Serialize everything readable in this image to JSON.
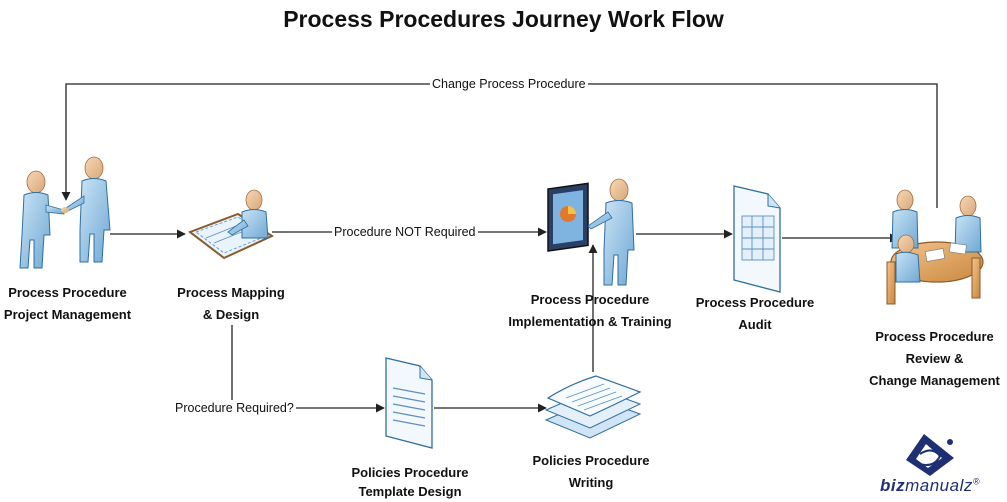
{
  "title": "Process Procedures Journey Work Flow",
  "nodes": {
    "project_management": {
      "line1": "Process Procedure",
      "line2": "Project Management"
    },
    "mapping_design": {
      "line1": "Process Mapping",
      "line2": "& Design"
    },
    "implementation_training": {
      "line1": "Process Procedure",
      "line2": "Implementation & Training"
    },
    "audit": {
      "line1": "Process Procedure",
      "line2": "Audit"
    },
    "review_change": {
      "line1": "Process Procedure",
      "line2": "Review &",
      "line3": "Change Management"
    },
    "template_design": {
      "line1": "Policies Procedure",
      "line2": "Template Design"
    },
    "writing": {
      "line1": "Policies Procedure",
      "line2": "Writing"
    }
  },
  "edges": {
    "change_process_procedure": "Change Process Procedure",
    "procedure_not_required": "Procedure NOT Required",
    "procedure_required": "Procedure Required?"
  },
  "logo": {
    "brand_a": "biz",
    "brand_b": "manualz",
    "mark": "®"
  },
  "colors": {
    "figure_fill": "#9ec8e6",
    "figure_stroke": "#2f6f9f",
    "line": "#222222",
    "logo_blue": "#1f2f73"
  }
}
